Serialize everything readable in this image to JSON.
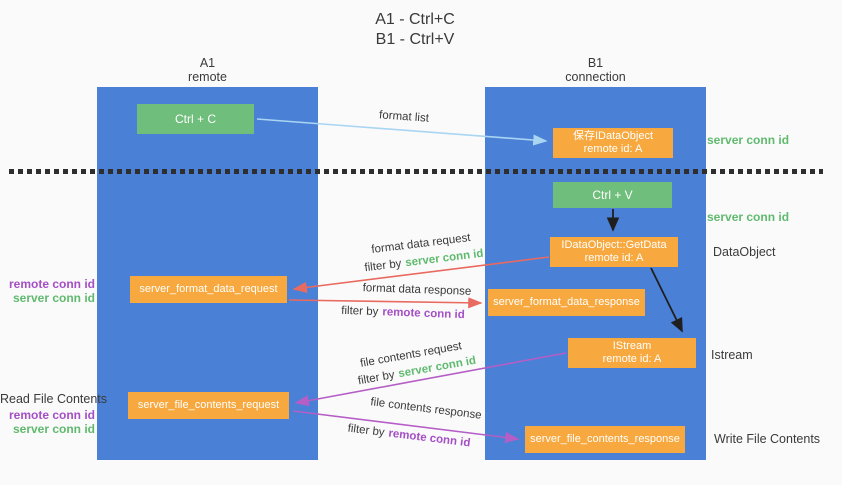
{
  "title": {
    "line1": "A1 - Ctrl+C",
    "line2": "B1 - Ctrl+V"
  },
  "columns": {
    "a1": {
      "name": "A1",
      "subtitle": "remote"
    },
    "b1": {
      "name": "B1",
      "subtitle": "connection"
    }
  },
  "nodes": {
    "ctrl_c": {
      "label": "Ctrl + C"
    },
    "ctrl_v": {
      "label": "Ctrl + V"
    },
    "save_idataobject": {
      "line1": "保存IDataObject",
      "line2": "remote id: A"
    },
    "getdata": {
      "line1": "IDataObject::GetData",
      "line2": "remote id: A"
    },
    "istream": {
      "line1": "IStream",
      "line2": "remote id: A"
    },
    "format_request": {
      "label": "server_format_data_request"
    },
    "format_response": {
      "label": "server_format_data_response"
    },
    "file_request": {
      "label": "server_file_contents_request"
    },
    "file_response": {
      "label": "server_file_contents_response"
    }
  },
  "arrow_labels": {
    "format_list": "format list",
    "format_data_request": "format data request",
    "format_data_response": "format data response",
    "file_contents_request": "file contents request",
    "file_contents_response": "file contents response",
    "filter_by": "filter by",
    "server_conn_id": "server conn id",
    "remote_conn_id": "remote conn id"
  },
  "side_labels": {
    "right_server_conn_id_top": "server conn id",
    "right_server_conn_id_mid": "server conn id",
    "dataobject": "DataObject",
    "istream": "Istream",
    "write_file_contents": "Write File Contents",
    "read_file_contents": "Read File Contents",
    "left_remote_conn_id_1": "remote conn id",
    "left_server_conn_id_1": "server conn id",
    "left_remote_conn_id_2": "remote conn id",
    "left_server_conn_id_2": "server conn id"
  },
  "colors": {
    "column_blue": "#4A80D5",
    "box_green": "#6FBE7B",
    "box_orange": "#F7A83E",
    "arrow_red": "#E96A5F",
    "arrow_purple": "#B55EC6",
    "arrow_lightblue": "#A9D5F2",
    "arrow_black": "#1F1F1F",
    "text_green": "#5FBA6E",
    "text_purple": "#A54FC5"
  }
}
